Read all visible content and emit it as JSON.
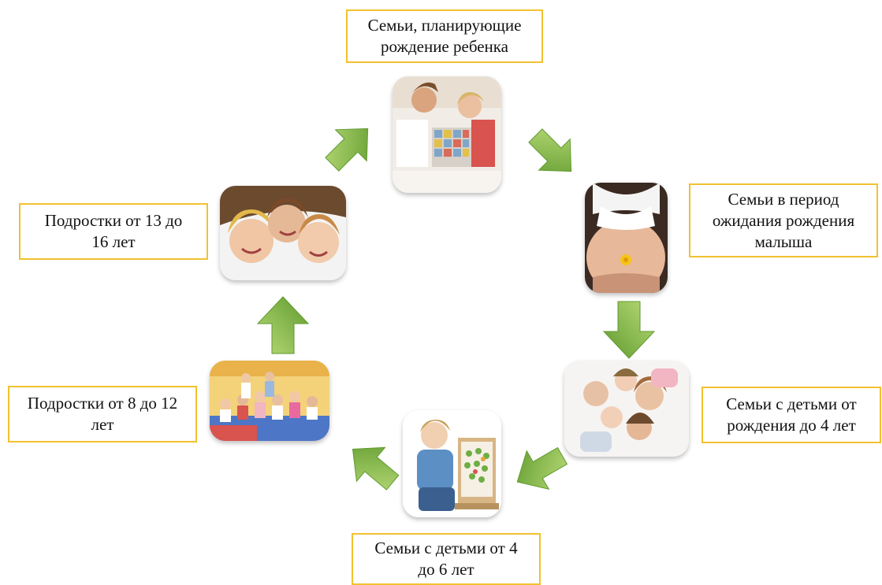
{
  "stages": [
    {
      "label": "Семьи, планирующие\nрождение ребенка",
      "photo": "couple-playing-puzzle"
    },
    {
      "label": "Семьи в период\nожидания рождения\nмалыша",
      "photo": "pregnant-belly-with-flower"
    },
    {
      "label": "Семьи с детьми от\nрождения до 4 лет",
      "photo": "mothers-with-babies"
    },
    {
      "label": "Семьи с детьми от 4\nдо 6 лет",
      "photo": "boy-with-wooden-toy"
    },
    {
      "label": "Подростки от 8 до 12\nлет",
      "photo": "kids-sitting-in-gym"
    },
    {
      "label": "Подростки от 13 до\n16 лет",
      "photo": "teenagers-laughing"
    }
  ],
  "colors": {
    "label_border": "#f2c12e",
    "arrow_light": "#a8cf62",
    "arrow_dark": "#5f9a2e"
  }
}
